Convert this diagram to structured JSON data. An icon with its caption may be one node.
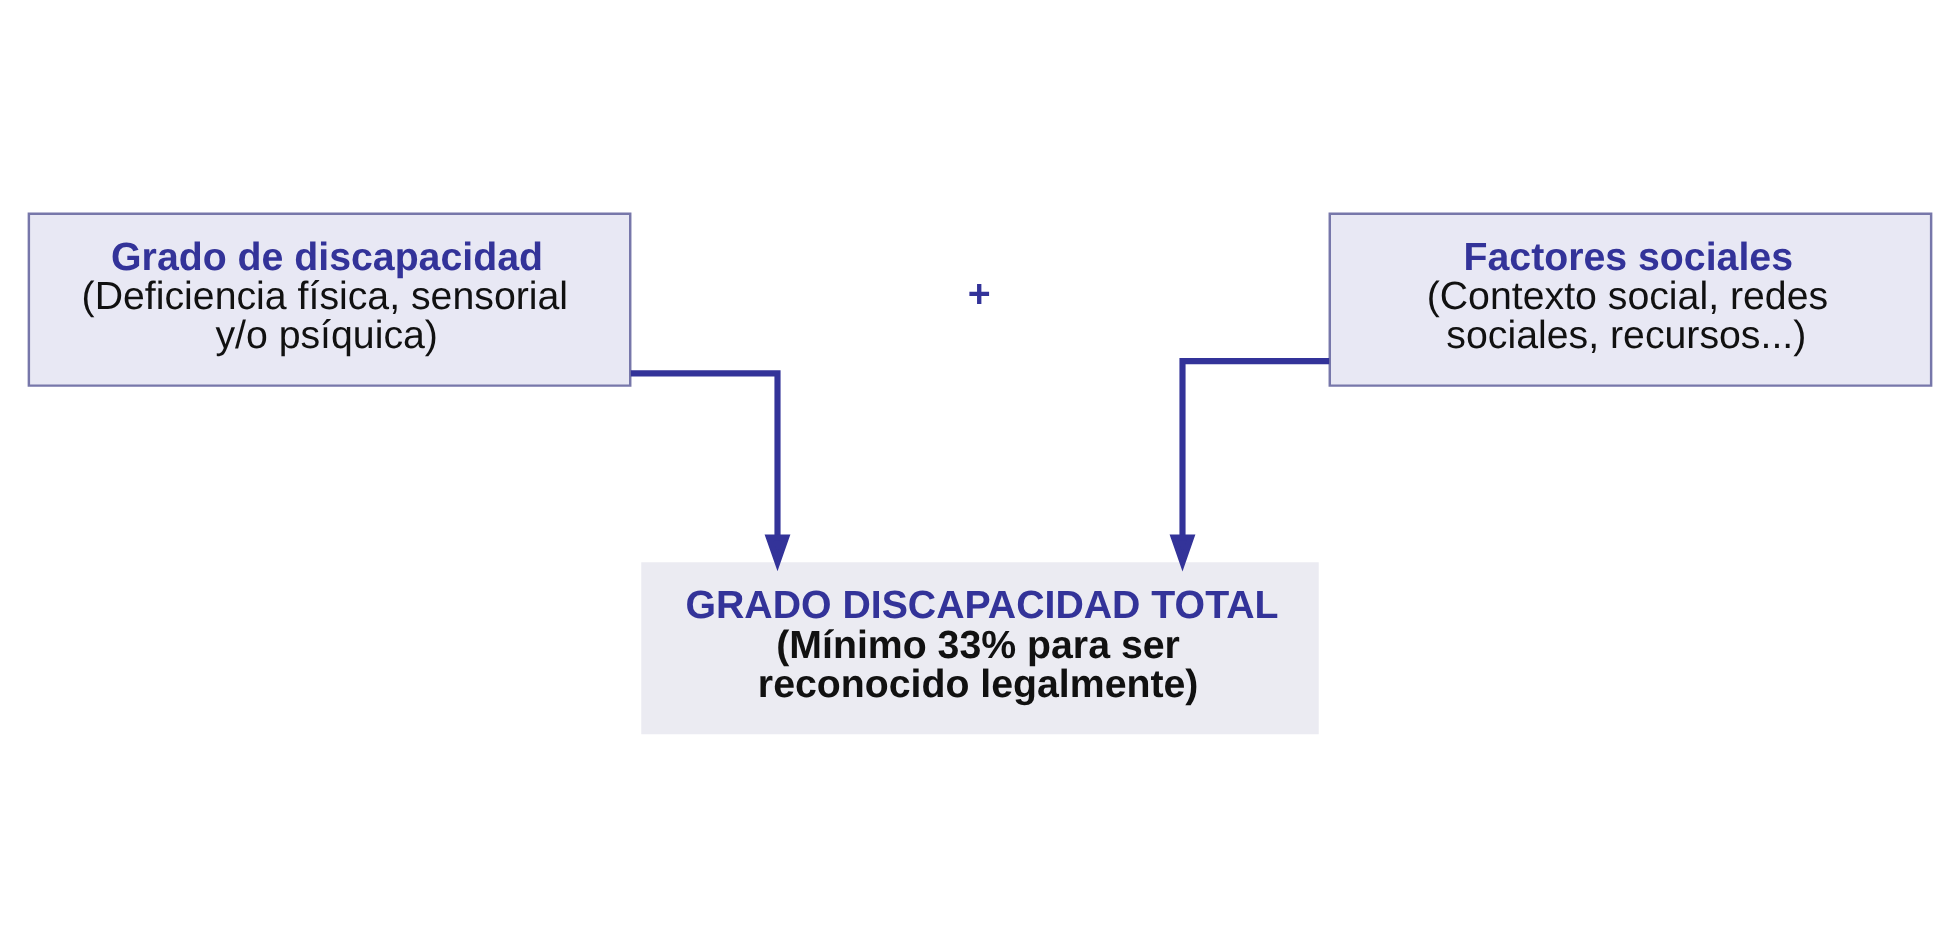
{
  "diagram": {
    "nodes": [
      {
        "text": [
          "Grado de discapacidad",
          "(Deficiencia física, sensorial y/o psíquica)"
        ]
      },
      {
        "text": [
          "Factores sociales",
          "(Contexto social, redes sociales, recursos...)"
        ]
      },
      {
        "text": [
          "GRADO DISCAPACIDAD TOTAL",
          "(Mínimo 33% para ser reconocido legalmente)"
        ]
      }
    ],
    "edges": [
      {
        "from": 0,
        "to": 2,
        "arrow": "to"
      },
      {
        "from": 1,
        "to": 2,
        "arrow": "to"
      }
    ],
    "labels": [
      "+"
    ]
  }
}
